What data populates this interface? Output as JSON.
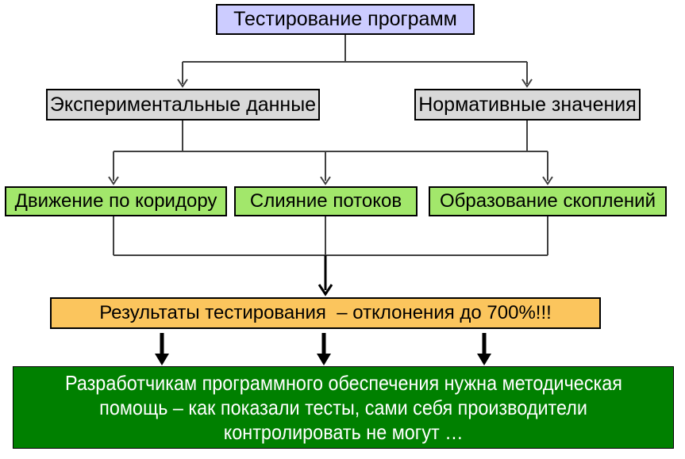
{
  "diagram": {
    "title_box": {
      "label": "Тестирование программ"
    },
    "sources": [
      {
        "label": "Экспериментальные данные"
      },
      {
        "label": "Нормативные значения"
      }
    ],
    "scenarios": [
      {
        "label": "Движение по коридору"
      },
      {
        "label": "Слияние потоков"
      },
      {
        "label": "Образование скоплений"
      }
    ],
    "result_box": {
      "label": "Результаты тестирования  – отклонения до 700%!!!"
    },
    "conclusion_box": {
      "lines": [
        "Разработчикам программного обеспечения нужна методическая",
        "помощь – как показали тесты, сами себя производители",
        "контролировать не могут …"
      ]
    }
  },
  "colors": {
    "title_fill": "#CCCCFF",
    "source_fill": "#D9D9D9",
    "scenario_fill": "#A2E76B",
    "result_fill": "#FBC55D",
    "conclusion_fill": "#008000",
    "border": "#000000",
    "connector": "#404040",
    "arrow": "#000000"
  }
}
